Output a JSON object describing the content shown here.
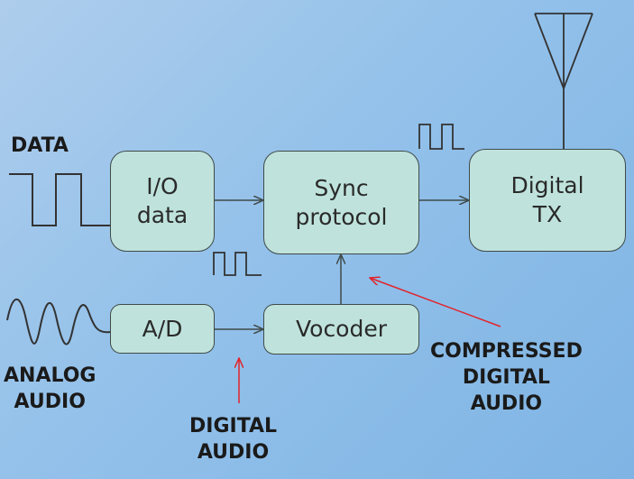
{
  "blocks": {
    "io": "I/O\ndata",
    "sync": "Sync\nprotocol",
    "tx": "Digital\nTX",
    "ad": "A/D",
    "vocoder": "Vocoder"
  },
  "labels": {
    "data": "DATA",
    "analog_audio": "ANALOG\nAUDIO",
    "digital_audio": "DIGITAL\nAUDIO",
    "compressed_digital_audio": "COMPRESSED\nDIGITAL\nAUDIO"
  },
  "colors": {
    "block_fill": "#bfe3dc",
    "line": "#3f4a48",
    "pointer_arrow": "#e2242b"
  }
}
